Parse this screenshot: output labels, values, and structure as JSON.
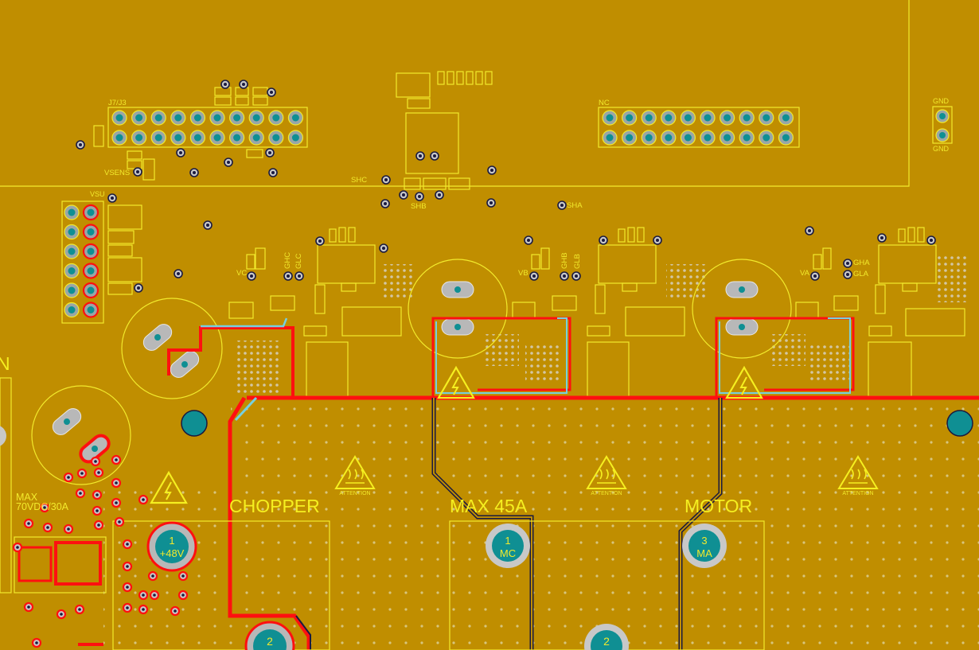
{
  "view": {
    "colors": {
      "board": "#c08e00",
      "silkscreen": "#f2ea2c",
      "copper_top": "#ff1010",
      "copper_inner": "#76d0e0",
      "pad_plating": "#9aa6a6",
      "pad_hole": "#0f8f93",
      "outline": "#1a1a40"
    }
  },
  "connectors": {
    "header_left": {
      "ref": "J7/J3"
    },
    "header_right": {
      "ref": "NC"
    },
    "gnd_header": {
      "top": "GND",
      "bottom": "GND"
    },
    "vsu_header": {
      "ref": "VSU"
    }
  },
  "signals": {
    "vsens": "VSENS",
    "shc": "SHC",
    "shb": "SHB",
    "sha": "SHA",
    "vc": "VC",
    "ghc": "GHC",
    "glc": "GLC",
    "vb": "VB",
    "ghb": "GHB",
    "glb": "GLB",
    "va": "VA",
    "gha": "GHA",
    "gla": "GLA"
  },
  "warnings": {
    "attention": "ATTENTION",
    "count_hot": 3,
    "count_hv": 3
  },
  "labels": {
    "left_edge": "N",
    "max_rating_1": "MAX",
    "max_rating_2": "70VDC/30A",
    "chopper": "CHOPPER",
    "max_current": "MAX 45A",
    "motor": "MOTOR"
  },
  "terminals": [
    {
      "id": "t-48v",
      "number": "1",
      "name": "+48V"
    },
    {
      "id": "t-mc",
      "number": "1",
      "name": "MC"
    },
    {
      "id": "t-ma",
      "number": "3",
      "name": "MA"
    },
    {
      "id": "t-chopper2",
      "number": "2",
      "name": ""
    },
    {
      "id": "t-mb",
      "number": "2",
      "name": ""
    }
  ]
}
